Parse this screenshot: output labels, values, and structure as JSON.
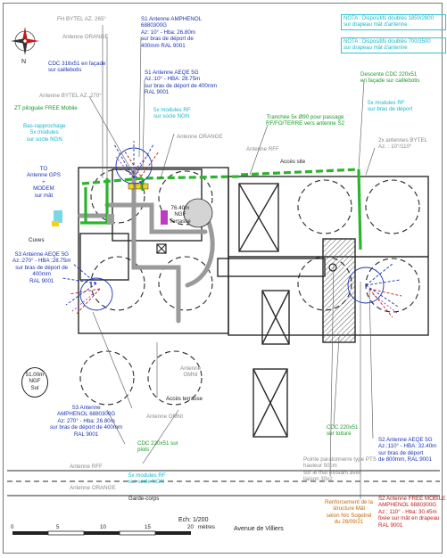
{
  "colors": {
    "antenna": "#1b33b5",
    "cable": "#1a9a2a",
    "note": "#16b7c9",
    "warning": "#c21a1a",
    "orange": "#c26a14",
    "outline": "#2a2a2a"
  },
  "icons": {
    "north": "compass-rose-icon"
  },
  "labels": {
    "fh_bytel": "FH BYTEL AZ. 265°",
    "antenne_orange_top": "Antenne ORANGE",
    "antenne_bytel_270": "Antenne BYTEL AZ. 270°",
    "s1_amphenol": "S1 Antenne AMPHENOL\n6880300G\nAz: 10° - Hba: 26.80m\nsur bras de déport de\n400mm RAL 9001",
    "cdc_316": "CDC 316x51 en façade\nsur caillebotis",
    "s1_aeqe": "S1 Antenne AEQE 5G\nAz.:10° - HBA: 28.75m\nsur bras de déport de 400mm\nRAL 9001",
    "zt_free": "ZT piloguée FREE Mobile",
    "bas_rapprochage": "Bas-rapprochage\n5x modules\nsur socle NGN",
    "s1_modules_rf": "5x modules RF\nsur socle NGN",
    "antenne_orange_mid": "Antenne ORANGE",
    "tranchee": "Tranchée 5x Ø90 pour passage\nRF/FO/TERRE vers antenne S2",
    "acces_site": "Accès site",
    "antenne_rff": "Antenne RFF",
    "to_gps": "TO\nAntenne GPS\n+\nMODEM\nsur mât",
    "ngf_terrasse": "76.40m\nNGF\nTerrasse",
    "descente_cdc": "Descente CDC 220x51\nen façade sur caillebotis",
    "s2_modules_rf": "5x modules RF\nsur bras de déport",
    "bytel_2x": "2x antennes BYTEL\nAz. : 10°/110°",
    "cuves": "Cuves",
    "s3_aeqe": "S3 Antenne AEQE 5G\nAz.:270° - HBA :28.75m\nsur bras de déport de\n400mm\nRAL 9001",
    "ngf_sol": "51.00m\nNGF\nSol",
    "antenne_omni_1": "Antenne\nOMNI",
    "acces_terrasse": "Accès terrasse",
    "antenne_omni_2": "Antenne OMNI",
    "s3_amphenol": "S3 Antenne\nAMPHENOL 6880300G\nAz: 270° - Hba: 26.80m\nsur bras de déport de 400mm\nRAL 9001",
    "cdc_plots": "CDC 220x51 sur\nplots",
    "cdc_toiture": "CDC 220x51\nsur toiture",
    "s2_aeqe": "S2 Antenne AEQE 5G\nAz.:110° - HBA: 32.40m\nsur bras de déport\nde 800mm, RAL 9001",
    "antenne_rff_bottom": "Antenne RFF",
    "modules_rf_bottom": "5x modules RF\nsur socle NGN",
    "pointe": "Pointe paratonnerre type PTS\nhauteur 50cm\nsur le mât existant avec\nliaison 30x2",
    "antenne_orange_bottom": "Antenne ORANGE",
    "garde_corps": "Garde-corps",
    "renforcement": "Renforcement de la\nstructure Mât\nselon N/c Sogetrel\ndu 28/09/21",
    "s2_free": "S2 Antenne FREE MOBILE\nAMPHENOL 6880300G\nAz.: 110° - Hba: 30.45m\nfixée sur mât en drapeau\nRAL 9001",
    "echelle": "Ech: 1/200",
    "avenue": "Avenue de Villiers"
  },
  "notes": {
    "note_1": "NOTA : Dispositifs doublés 1850/2800\nsur drapeau mât d'antenne",
    "note_2": "NOTA : Dispositifs doublés 700/3500\nsur drapeau mât d'antenne"
  },
  "scale": {
    "ticks": [
      "0",
      "5",
      "10",
      "15",
      "20"
    ],
    "unit": "mètres"
  }
}
